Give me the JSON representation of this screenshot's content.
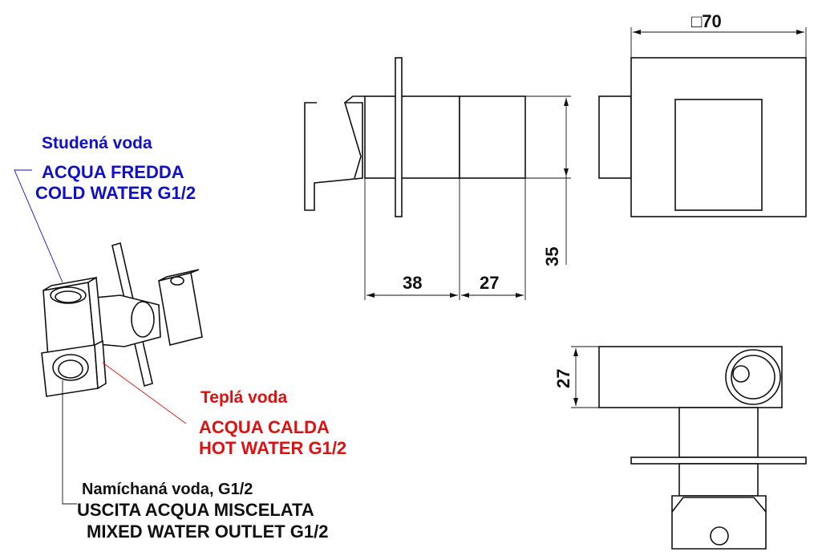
{
  "colors": {
    "cold": "#1010c8",
    "hot": "#e01010",
    "mixed": "#111111",
    "line": "#111111"
  },
  "labels": {
    "cold": {
      "title": "Studená voda",
      "line1": "ACQUA FREDDA",
      "line2": "COLD WATER G1/2"
    },
    "hot": {
      "title": "Teplá voda",
      "line1": "ACQUA CALDA",
      "line2": "HOT WATER G1/2"
    },
    "mixed": {
      "title": "Namíchaná voda, G1/2",
      "line1": "USCITA ACQUA MISCELATA",
      "line2": "MIXED WATER OUTLET G1/2"
    }
  },
  "dimensions": {
    "square_plate": "□70",
    "depth_body": "38",
    "depth_cap": "27",
    "height": "35",
    "width_bottom": "27"
  }
}
